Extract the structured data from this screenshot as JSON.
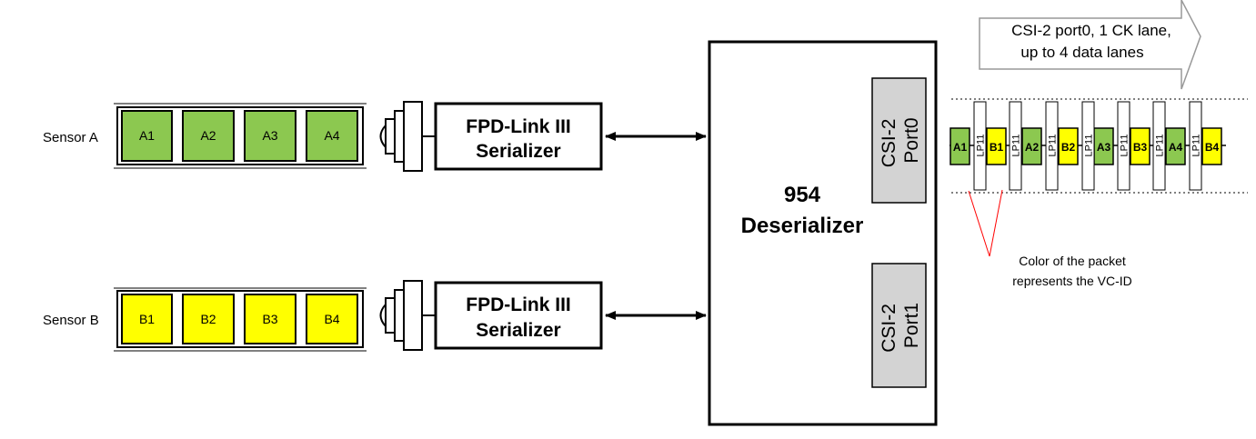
{
  "colors": {
    "sensor_a_packet": "#8cc850",
    "sensor_b_packet": "#ffff00",
    "port_fill": "#d3d3d3",
    "callout_line": "#ff0000"
  },
  "sensor_a": {
    "label": "Sensor A",
    "packets": [
      "A1",
      "A2",
      "A3",
      "A4"
    ]
  },
  "sensor_b": {
    "label": "Sensor B",
    "packets": [
      "B1",
      "B2",
      "B3",
      "B4"
    ]
  },
  "serializer_a": {
    "line1": "FPD-Link III",
    "line2": "Serializer"
  },
  "serializer_b": {
    "line1": "FPD-Link III",
    "line2": "Serializer"
  },
  "deserializer": {
    "line1": "954",
    "line2": "Deserializer"
  },
  "port0": {
    "line1": "CSI-2",
    "line2": "Port0"
  },
  "port1": {
    "line1": "CSI-2",
    "line2": "Port1"
  },
  "output_arrow": {
    "line1": "CSI-2 port0, 1 CK lane,",
    "line2": "up to 4 data lanes"
  },
  "stream": {
    "packets": [
      "A1",
      "B1",
      "A2",
      "B2",
      "A3",
      "B3",
      "A4",
      "B4"
    ],
    "separator": "LP11"
  },
  "callout": {
    "line1": "Color of the packet",
    "line2": "represents the VC-ID"
  }
}
